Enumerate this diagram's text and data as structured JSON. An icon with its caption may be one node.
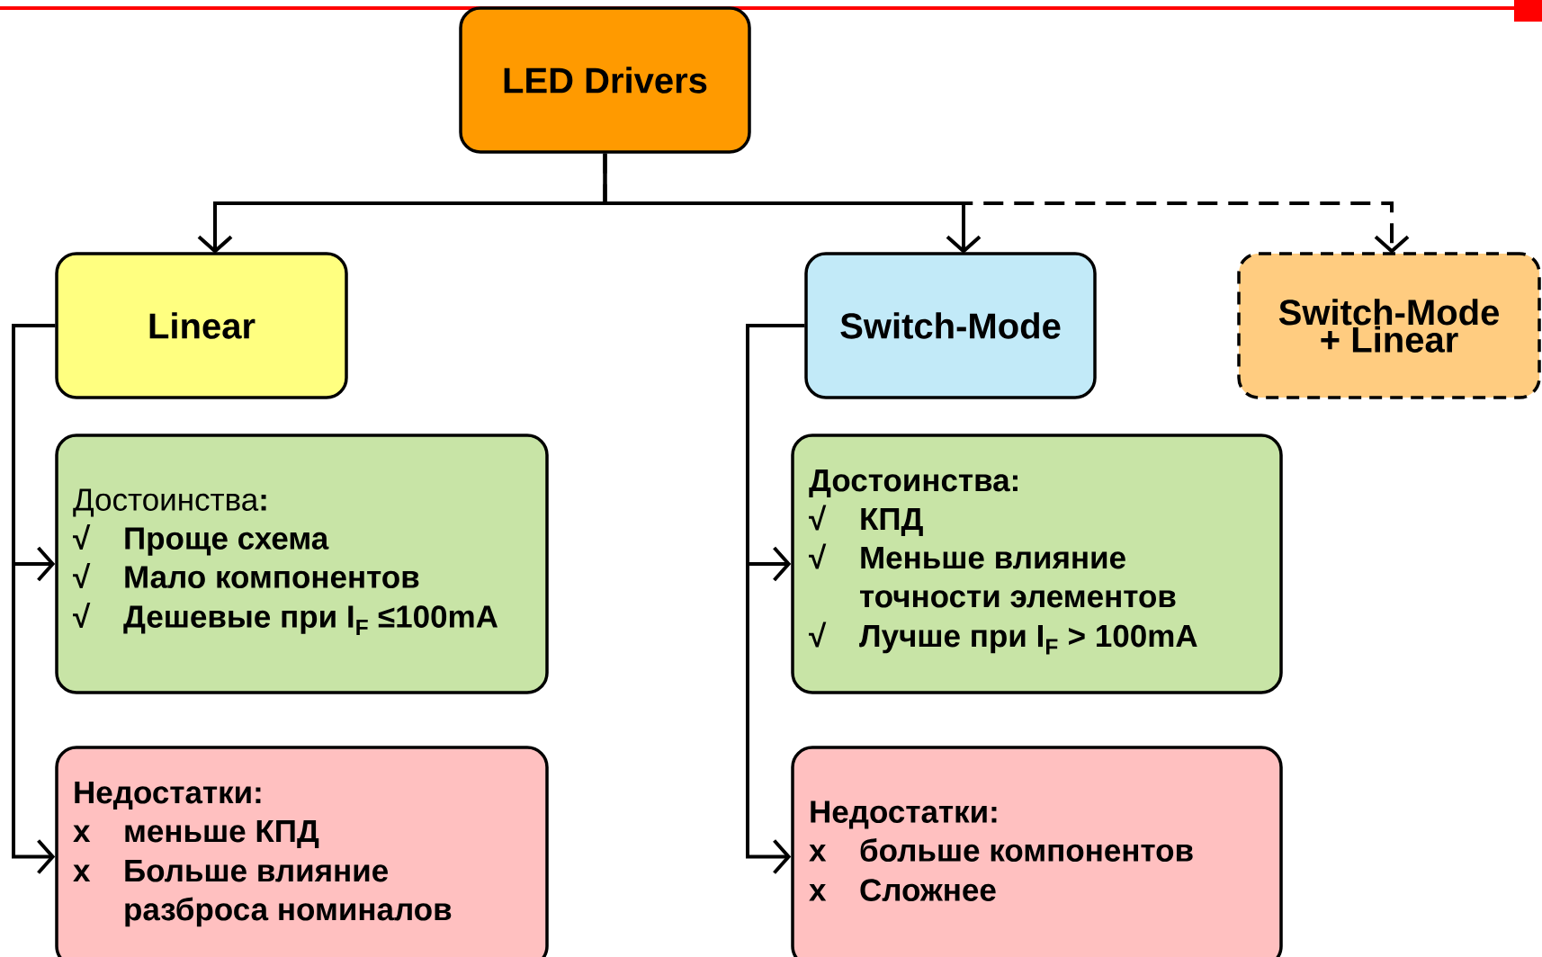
{
  "diagram": {
    "nodes": [
      {
        "text": [
          "LED Drivers"
        ]
      },
      {
        "text": [
          "Linear"
        ]
      },
      {
        "text": [
          "Switch-Mode"
        ]
      },
      {
        "text": [
          "Switch-Mode + Linear"
        ]
      },
      {
        "text": [
          "Достоинства**:**",
          "√",
          "Проще схема",
          "√",
          "Мало компонентов",
          "√",
          "Дешевые при I$_{F}$ ≤100mA"
        ]
      },
      {
        "text": [
          "Недостатки:",
          "x",
          "меньше КПД",
          "x",
          "Больше влияние разброса номиналов"
        ]
      },
      {
        "text": [
          "Достоинства:",
          "√",
          "КПД",
          "√",
          "Меньше влияние точности элементов",
          "√",
          "Лучше при I$_{F}$ > 100mA"
        ]
      },
      {
        "text": [
          "Недостатки:",
          "x",
          "больше компонентов",
          "x",
          "Сложнее"
        ]
      }
    ],
    "edges": [
      {
        "from": 0,
        "to": 1,
        "arrow": "to"
      },
      {
        "from": 0,
        "to": 2,
        "arrow": "to"
      },
      {
        "from": 0,
        "to": 3,
        "arrow": "to",
        "style": "dashed"
      },
      {
        "from": 1,
        "to": 4,
        "arrow": "to"
      },
      {
        "from": 1,
        "to": 5,
        "arrow": "to"
      },
      {
        "from": 2,
        "to": 6,
        "arrow": "to"
      },
      {
        "from": 2,
        "to": 7,
        "arrow": "to"
      }
    ]
  }
}
